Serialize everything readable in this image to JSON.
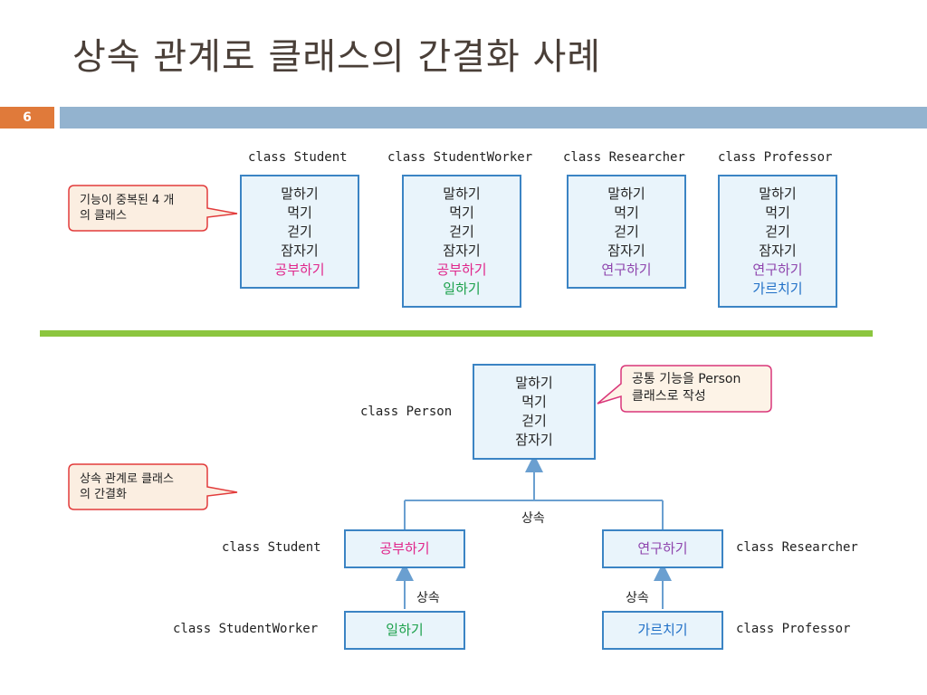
{
  "title": "상속 관계로 클래스의 간결화 사례",
  "page_number": "6",
  "top": {
    "classes": [
      {
        "label": "class Student",
        "items": [
          {
            "text": "말하기",
            "color": "black"
          },
          {
            "text": "먹기",
            "color": "black"
          },
          {
            "text": "걷기",
            "color": "black"
          },
          {
            "text": "잠자기",
            "color": "black"
          },
          {
            "text": "공부하기",
            "color": "pink"
          }
        ]
      },
      {
        "label": "class StudentWorker",
        "items": [
          {
            "text": "말하기",
            "color": "black"
          },
          {
            "text": "먹기",
            "color": "black"
          },
          {
            "text": "걷기",
            "color": "black"
          },
          {
            "text": "잠자기",
            "color": "black"
          },
          {
            "text": "공부하기",
            "color": "pink"
          },
          {
            "text": "일하기",
            "color": "green"
          }
        ]
      },
      {
        "label": "class Researcher",
        "items": [
          {
            "text": "말하기",
            "color": "black"
          },
          {
            "text": "먹기",
            "color": "black"
          },
          {
            "text": "걷기",
            "color": "black"
          },
          {
            "text": "잠자기",
            "color": "black"
          },
          {
            "text": "연구하기",
            "color": "purple"
          }
        ]
      },
      {
        "label": "class Professor",
        "items": [
          {
            "text": "말하기",
            "color": "black"
          },
          {
            "text": "먹기",
            "color": "black"
          },
          {
            "text": "걷기",
            "color": "black"
          },
          {
            "text": "잠자기",
            "color": "black"
          },
          {
            "text": "연구하기",
            "color": "purple"
          },
          {
            "text": "가르치기",
            "color": "blue"
          }
        ]
      }
    ],
    "callout": {
      "line1": "기능이 중복된 4 개",
      "line2": "의 클래스"
    }
  },
  "bottom": {
    "person": {
      "label": "class Person",
      "items": [
        "말하기",
        "먹기",
        "걷기",
        "잠자기"
      ]
    },
    "student": {
      "label": "class Student",
      "item": "공부하기"
    },
    "researcher": {
      "label": "class Researcher",
      "item": "연구하기"
    },
    "studentworker": {
      "label": "class StudentWorker",
      "item": "일하기"
    },
    "professor": {
      "label": "class Professor",
      "item": "가르치기"
    },
    "inherit_label": "상속",
    "callout_person": {
      "line1": "공통 기능을 Person",
      "line2": "클래스로 작성"
    },
    "callout_left": {
      "line1": "상속 관계로 클래스",
      "line2": "의 간결화"
    }
  },
  "colors": {
    "accent_orange": "#e07a3a",
    "bar_blue": "#93b3cf",
    "divider_green": "#8cc63f",
    "box_border": "#3b84c4",
    "box_fill": "#e9f4fb",
    "pink": "#e0248a",
    "green": "#1aa04a",
    "purple": "#8e44ad",
    "blue": "#1f6fc7",
    "callout_red_border": "#e23b3b",
    "callout_pink_border": "#d9367a"
  }
}
